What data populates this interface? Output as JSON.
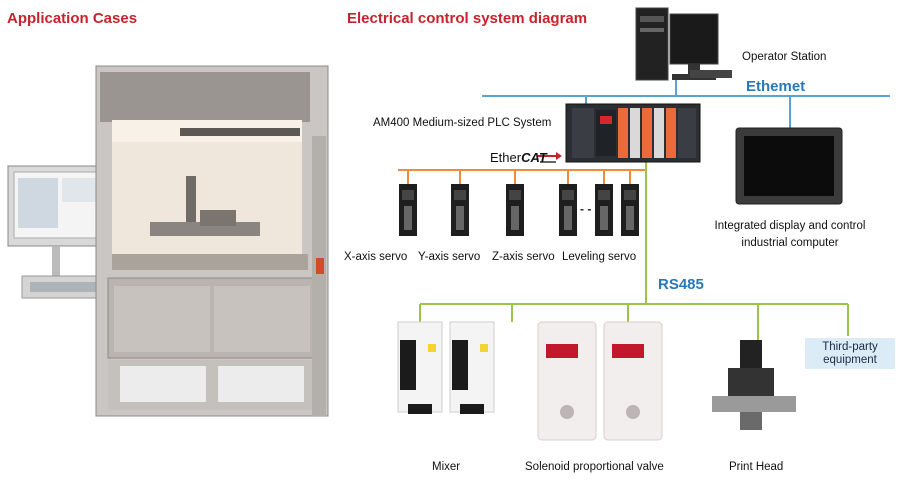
{
  "headings": {
    "left": "Application Cases",
    "right": "Electrical control system diagram"
  },
  "nodes": {
    "operator_station": "Operator Station",
    "ethernet": "Ethemet",
    "plc": "AM400 Medium-sized PLC System",
    "ethercat_prefix": "Ether",
    "ethercat_suffix": "CAT",
    "display": "Integrated display and control industrial computer",
    "rs485": "RS485",
    "third_party": "Third-party equipment"
  },
  "servos": [
    {
      "label": "X-axis servo"
    },
    {
      "label": "Y-axis servo"
    },
    {
      "label": "Z-axis servo"
    },
    {
      "label": "Leveling servo"
    }
  ],
  "servo_ellipsis": "- -",
  "devices": {
    "mixer": "Mixer",
    "valve": "Solenoid proportional valve",
    "print_head": "Print Head"
  },
  "colors": {
    "heading": "#c8232c",
    "ethernet_line": "#5aa2cf",
    "ethercat_line": "#f08a3c",
    "rs485_line": "#9cc44a",
    "tag_blue": "#2a78b8"
  }
}
